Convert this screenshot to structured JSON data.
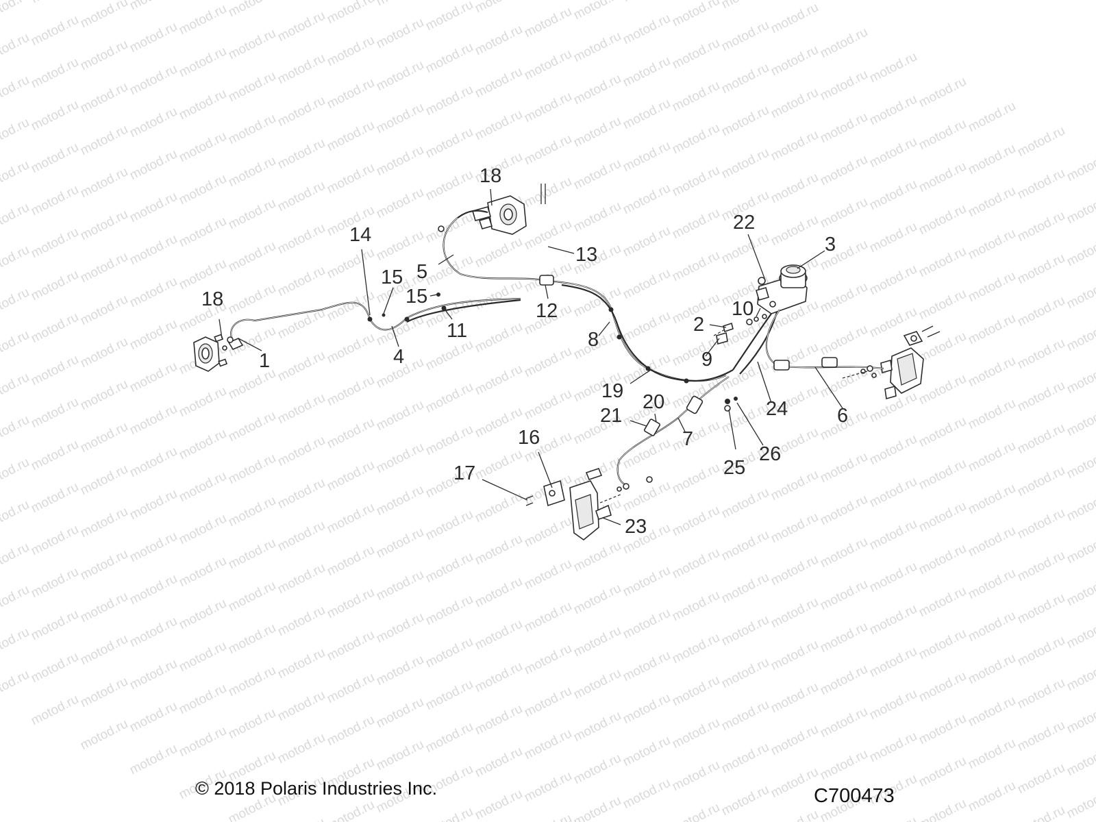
{
  "watermark_text": "motod.ru",
  "callouts": [
    {
      "id": "c1",
      "number": "1"
    },
    {
      "id": "c2",
      "number": "2"
    },
    {
      "id": "c3",
      "number": "3"
    },
    {
      "id": "c4",
      "number": "4"
    },
    {
      "id": "c5",
      "number": "5"
    },
    {
      "id": "c6",
      "number": "6"
    },
    {
      "id": "c7",
      "number": "7"
    },
    {
      "id": "c8",
      "number": "8"
    },
    {
      "id": "c9",
      "number": "9"
    },
    {
      "id": "c10",
      "number": "10"
    },
    {
      "id": "c11",
      "number": "11"
    },
    {
      "id": "c12",
      "number": "12"
    },
    {
      "id": "c13",
      "number": "13"
    },
    {
      "id": "c14",
      "number": "14"
    },
    {
      "id": "c15a",
      "number": "15"
    },
    {
      "id": "c15b",
      "number": "15"
    },
    {
      "id": "c16",
      "number": "16"
    },
    {
      "id": "c17",
      "number": "17"
    },
    {
      "id": "c18a",
      "number": "18"
    },
    {
      "id": "c18b",
      "number": "18"
    },
    {
      "id": "c19",
      "number": "19"
    },
    {
      "id": "c20",
      "number": "20"
    },
    {
      "id": "c21",
      "number": "21"
    },
    {
      "id": "c22",
      "number": "22"
    },
    {
      "id": "c23",
      "number": "23"
    },
    {
      "id": "c24",
      "number": "24"
    },
    {
      "id": "c25",
      "number": "25"
    },
    {
      "id": "c26",
      "number": "26"
    }
  ],
  "footer": {
    "copyright": "© 2018 Polaris Industries Inc.",
    "figure_code": "C700473"
  },
  "colors": {
    "line": "#2b2b2b",
    "watermark": "#d9d9d9",
    "background": "#ffffff"
  }
}
